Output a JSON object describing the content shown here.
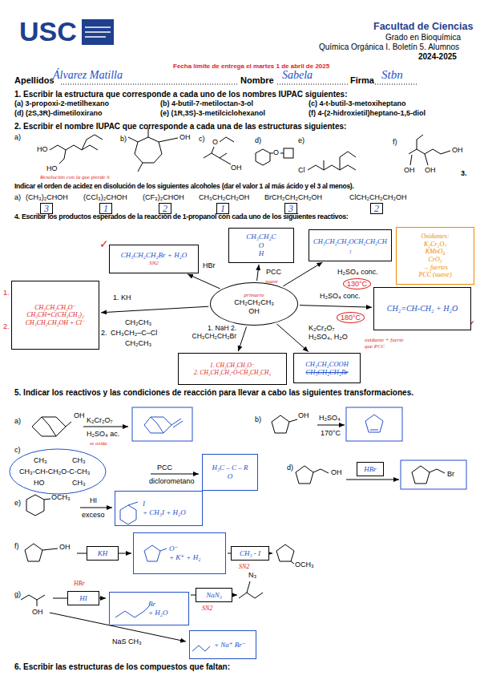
{
  "diagram": {
    "nodes": [
      {
        "text": [
          "primario",
          "CH₂CH₂CH₃",
          "OH"
        ]
      },
      {
        "text": [
          "CH₃CH₂CH₂Br + H₂O",
          "SN2"
        ]
      },
      {
        "text": [
          "CH₃CH₂C",
          "O",
          "H"
        ]
      },
      {
        "text": [
          "CH₃CH₂CH₂OCH₂CH₂CH₃"
        ]
      },
      {
        "text": [
          "Oxidantes:",
          "K₂Cr₂O₇",
          "KMnO₄",
          "CrO₃",
          "→ fuertes",
          "PCC (suave)"
        ]
      },
      {
        "text": [
          "CH₂=CH-CH₂ + H₂O"
        ]
      },
      {
        "text": [
          "CH₃CH₂COOH",
          "CH₃CH₂CH₂Br"
        ]
      },
      {
        "text": [
          "1. CH₃CH₂CH₂O⁻",
          "2. CH₃CH₂CH₂-O-CH₂CH₂CH₃"
        ]
      },
      {
        "text": [
          "CH₃CH₂CH₂O⁻",
          "CH₃CH=C(CH₂CH₃)₂",
          "CH₃CH₂CH₂OH + Cl⁻"
        ]
      },
      {
        "text": [
          "H₃C – C – R",
          "O"
        ]
      },
      {
        "text": [
          "HBr"
        ]
      },
      {
        "text": [
          "I",
          "+ CH₃I + H₂O"
        ]
      },
      {
        "text": [
          "KH"
        ]
      },
      {
        "text": [
          "O⁻",
          "+ K⁺ + H₂"
        ]
      },
      {
        "text": [
          "CH₃ - I"
        ]
      },
      {
        "text": [
          "HI"
        ]
      },
      {
        "text": [
          "Br",
          "+ H₂O"
        ]
      },
      {
        "text": [
          "NaN₃"
        ]
      },
      {
        "text": [
          "+ Na⁺ Br⁻"
        ]
      }
    ],
    "edges": [
      {
        "from": 0,
        "to": 1,
        "arrow": "to",
        "label": "HBr"
      },
      {
        "from": 0,
        "to": 2,
        "arrow": "to",
        "label": "PCC"
      },
      {
        "from": 0,
        "to": 3,
        "arrow": "to",
        "label": "H₂SO₄ conc."
      },
      {
        "from": 0,
        "to": 5,
        "arrow": "to",
        "label": "H₂SO₄ conc."
      },
      {
        "from": 0,
        "to": 6,
        "arrow": "to",
        "label": "K₂Cr₂O₇ H₂SO₄, H₂O"
      },
      {
        "from": 0,
        "to": 7,
        "arrow": "to",
        "label": "1. NaH 2. CH₃CH₂CH₂Br"
      },
      {
        "from": 0,
        "to": 8,
        "arrow": "to",
        "label": "1. KH"
      }
    ],
    "labels": [
      "USC",
      "Facultad de Ciencias",
      "Grado en Bioquímica",
      "Química Orgánica I. Boletín 5. Alumnos",
      "2024-2025",
      "Fecha límite de entrega el martes 1 de abril de 2025",
      "Apellidos",
      "Álvarez Matilla",
      "Nombre",
      "Sabela",
      "Firma",
      "Stbn",
      "1. Escribir la estructura que corresponde a cada uno de los nombres IUPAC siguientes:",
      "(a) 3-propoxi-2-metilhexano",
      "(b) 4-butil-7-metiloctan-3-ol",
      "(c) 4-t-butil-3-metoxiheptano",
      "(d) (2S,3R)-dimetiloxirano",
      "(e) (1R,3S)-3-metilciclohexanol",
      "(f) 4-(2-hidroxietil)heptano-1,5-diol",
      "2. Escribir el nombre IUPAC que corresponde a cada una de las estructuras siguientes:",
      "a)",
      "HO",
      "HO",
      "b)",
      "OH",
      "c)",
      "O",
      "OH",
      "d)",
      "O",
      "e)",
      "Cl",
      "f)",
      "OH",
      "OH",
      "OH",
      "3.",
      "Resolución con la que pierde h",
      "Indicar el orden de acidez en disolución de los siguientes alcoholes (dar el valor 1 al más ácido y el 3 al menos).",
      "a)",
      "(CH₃)₂CHOH",
      "(CCl₃)₂CHOH",
      "(CF₃)₂CHOH",
      "CH₃CH₂CH₂OH",
      "BrCH₂CH₂CH₂OH",
      "ClCH₂CH₂CH₂OH",
      "3",
      "1",
      "2",
      "1",
      "3",
      "2",
      "4. Escribir los productos esperados de la reacción de 1-propanol con cada uno de los siguientes reactivos:",
      "✓",
      "suave",
      "130°C",
      "180°C",
      "✓",
      "oxidante + fuerte que PCC",
      "1.",
      "2.",
      "2.",
      "CH₂CH₃",
      "CH₃CH₂–C–Cl",
      "CH₂CH₃",
      "5. Indicar los reactivos y las condiciones de reacción para llevar a cabo las siguientes transformaciones.",
      "a)",
      "OH",
      "K₂Cr₂O₇",
      "H₂SO₄ ac.",
      "se oxida",
      "b)",
      "OH",
      "H₂SO₄",
      "170°C",
      "c)",
      "CH₃",
      "CH₃",
      "CH₃-CH-CH₂O-C-CH₃",
      "HO",
      "CH₃",
      "PCC",
      "diclorometano",
      "d)",
      "OH",
      "Br",
      "e)",
      "OCH₃",
      "HI",
      "exceso",
      "f)",
      "OH",
      "SN2",
      "OCH₃",
      "g)",
      "OH",
      "HBr",
      "SN2",
      "N₃",
      "NaS CH₃",
      "6. Escribir las estructuras de los compuestos que faltan:"
    ]
  }
}
